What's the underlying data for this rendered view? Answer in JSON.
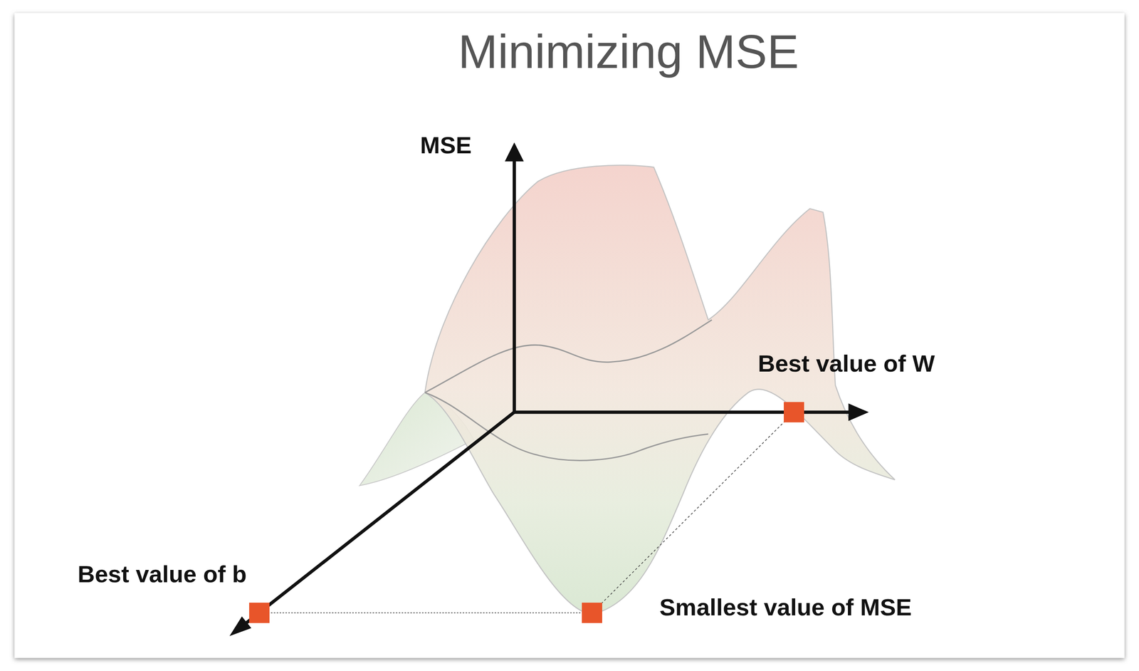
{
  "diagram": {
    "title": "Minimizing MSE",
    "labels": [
      "MSE",
      "Best value of W",
      "Best value of b",
      "Smallest value of MSE"
    ]
  }
}
